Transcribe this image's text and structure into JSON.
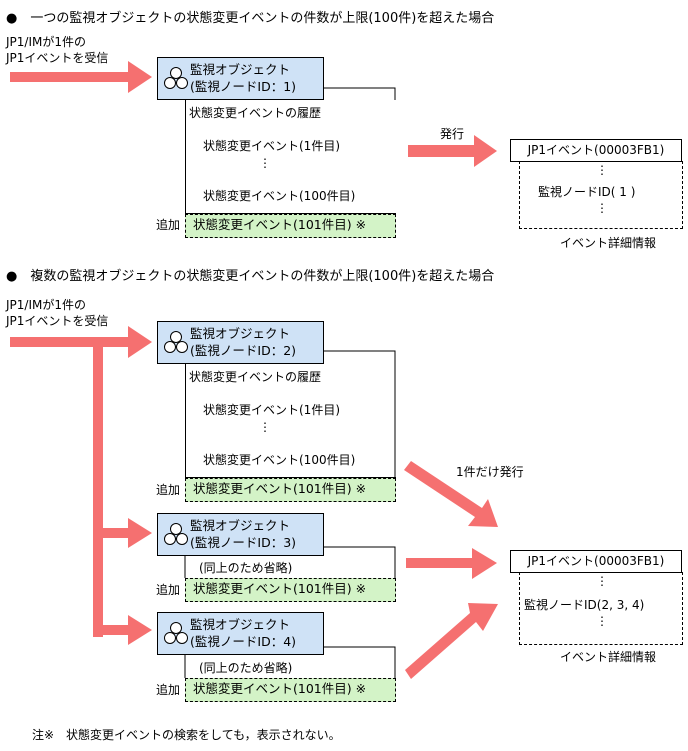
{
  "section1": {
    "title": "●　一つの監視オブジェクトの状態変更イベントの件数が上限(100件)を超えた場合",
    "receive_line1": "JP1/IMが1件の",
    "receive_line2": "JP1イベントを受信",
    "object_line1": "監視オブジェクト",
    "object_line2": "(監視ノードID：1)",
    "history_title": "状態変更イベントの履歴",
    "event_first": "状態変更イベント(1件目)",
    "dots": "⋮",
    "event_last": "状態変更イベント(100件目)",
    "add_label": "追加",
    "event_added": "状態変更イベント(101件目) ※",
    "issue_label": "発行",
    "jp1_event": "JP1イベント(00003FB1)",
    "node_id": "監視ノードID( 1 )",
    "detail_label": "イベント詳細情報"
  },
  "section2": {
    "title": "●　複数の監視オブジェクトの状態変更イベントの件数が上限(100件)を超えた場合",
    "receive_line1": "JP1/IMが1件の",
    "receive_line2": "JP1イベントを受信",
    "objects": [
      {
        "line1": "監視オブジェクト",
        "line2": "(監視ノードID：2)"
      },
      {
        "line1": "監視オブジェクト",
        "line2": "(監視ノードID：3)"
      },
      {
        "line1": "監視オブジェクト",
        "line2": "(監視ノードID：4)"
      }
    ],
    "history_title": "状態変更イベントの履歴",
    "event_first": "状態変更イベント(1件目)",
    "dots": "⋮",
    "event_last": "状態変更イベント(100件目)",
    "omitted": "(同上のため省略)",
    "add_label": "追加",
    "event_added": "状態変更イベント(101件目) ※",
    "issue_once_label": "1件だけ発行",
    "jp1_event": "JP1イベント(00003FB1)",
    "node_id": "監視ノードID(2, 3, 4)",
    "detail_label": "イベント詳細情報"
  },
  "note": "注※　状態変更イベントの検索をしても，表示されない。",
  "colors": {
    "arrow": "#f57070",
    "object_fill": "#cfe2f6",
    "added_fill": "#d3f3c7"
  }
}
